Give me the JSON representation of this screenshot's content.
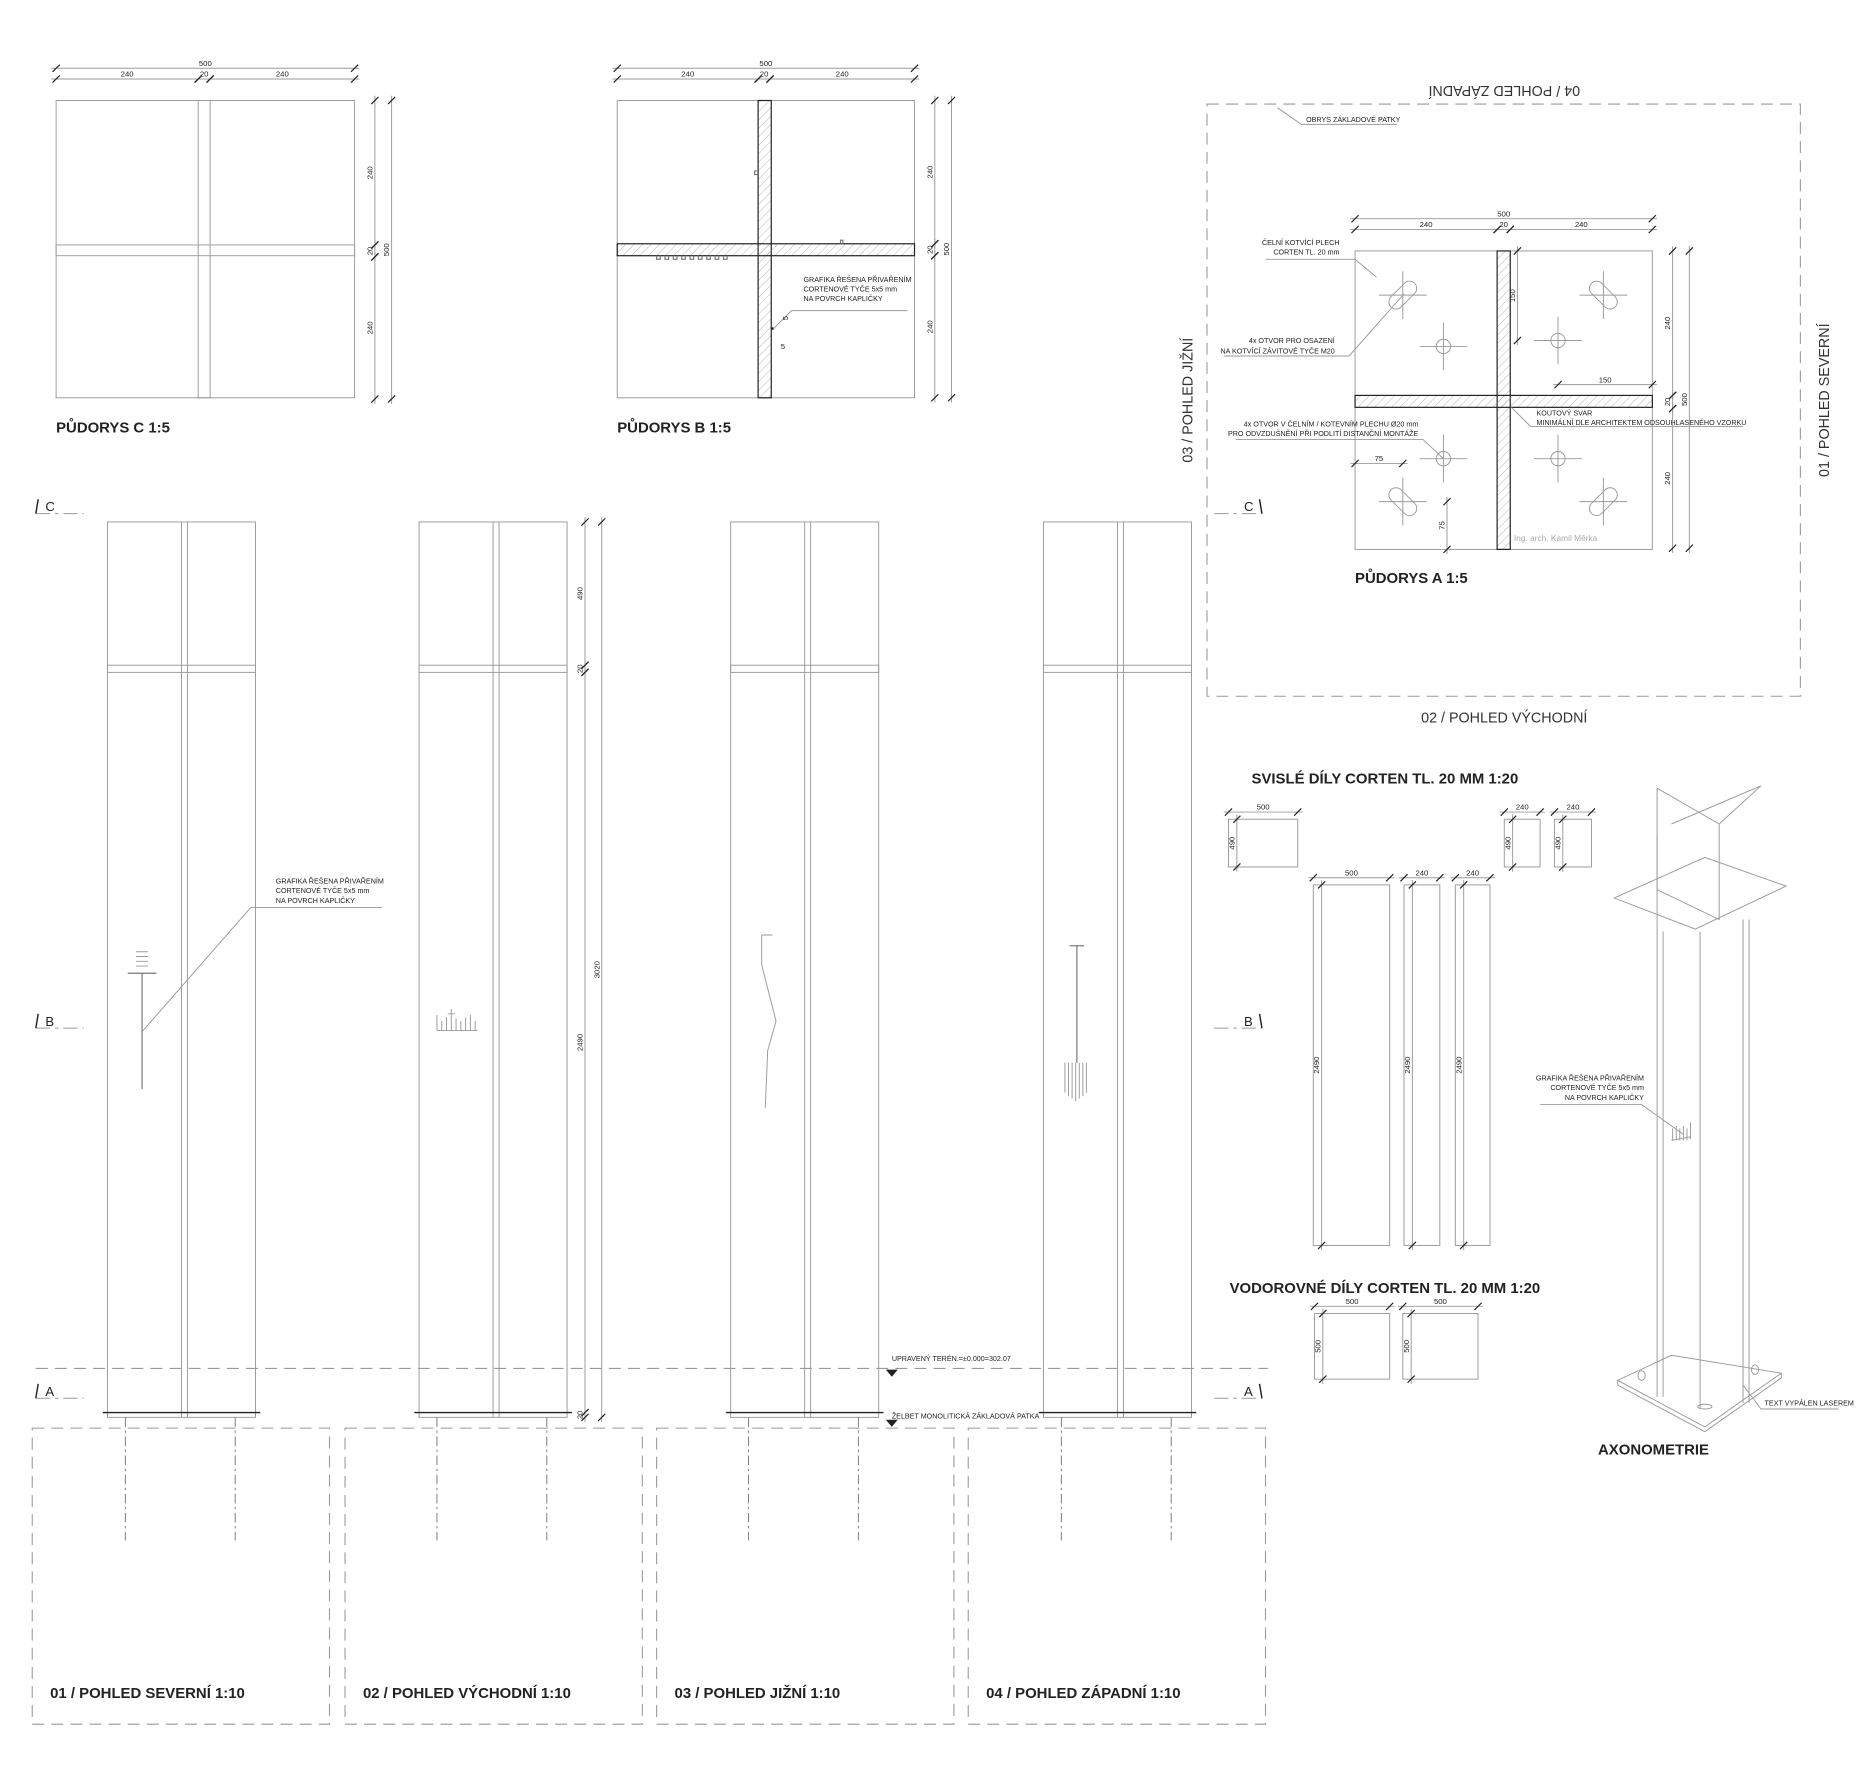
{
  "plans": {
    "c": {
      "title": "PŮDORYS C 1:5"
    },
    "b": {
      "title": "PŮDORYS B 1:5",
      "note": [
        "GRAFIKA ŘEŠENA PŘIVAŘENÍM",
        "CORTENOVÉ TYČE 5x5 mm",
        "NA POVRCH KAPLIČKY"
      ],
      "detail_dim": "5"
    },
    "a": {
      "title": "PŮDORYS A 1:5",
      "outline_label": "OBRYS ZÁKLADOVÉ PATKY",
      "plate_note": [
        "ČELNÍ KOTVÍCÍ PLECH",
        "CORTEN TL. 20 mm"
      ],
      "anchor_note": [
        "4x OTVOR PRO OSAZENÍ",
        "NA KOTVÍCÍ ZÁVITOVÉ TYČE M20"
      ],
      "vent_note": [
        "4x OTVOR V ČELNÍM / KOTEVNÍM PLECHU Ø20 mm",
        "PRO ODVZDUŠNĚNÍ PŘI PODLITÍ DISTANČNÍ MONTÁŽE"
      ],
      "weld_note": [
        "KOUTOVÝ SVAR",
        "MINIMÁLNÍ DLE ARCHITEKTEM ODSOUHLASENÉHO VZORKU"
      ],
      "spacing": "150",
      "edge": "75",
      "author": "Ing. arch. Kamil Měrka"
    }
  },
  "dims": {
    "total": "500",
    "side": "240",
    "core": "20",
    "upper": "490",
    "lower": "2490",
    "height": "3020"
  },
  "views": {
    "west": "04 / POHLED ZÁPADNÍ",
    "east": "02 / POHLED VÝCHODNÍ",
    "south": "03 / POHLED JIŽNÍ",
    "north": "01 / POHLED SEVERNÍ"
  },
  "sections": {
    "a": "A",
    "b": "B",
    "c": "C"
  },
  "elevations": [
    {
      "title": "01 / POHLED SEVERNÍ 1:10"
    },
    {
      "title": "02 / POHLED VÝCHODNÍ 1:10"
    },
    {
      "title": "03 / POHLED JIŽNÍ 1:10"
    },
    {
      "title": "04 / POHLED ZÁPADNÍ 1:10"
    }
  ],
  "graphic_note": [
    "GRAFIKA ŘEŠENA PŘIVAŘENÍM",
    "CORTENOVÉ TYČE 5x5 mm",
    "NA POVRCH KAPLIČKY"
  ],
  "levels": {
    "terrain": "UPRAVENÝ TERÉN.=±0.000=302.07",
    "foundation": "ŽELBET MONOLITICKÁ ZÁKLADOVÁ PATKA"
  },
  "parts": {
    "vertical_title": "SVISLÉ DÍLY CORTEN TL. 20 MM 1:20",
    "horizontal_title": "VODOROVNÉ DÍLY CORTEN TL. 20 MM 1:20"
  },
  "axo": {
    "title": "AXONOMETRIE",
    "laser": "TEXT VYPÁLEN LASEREM"
  }
}
